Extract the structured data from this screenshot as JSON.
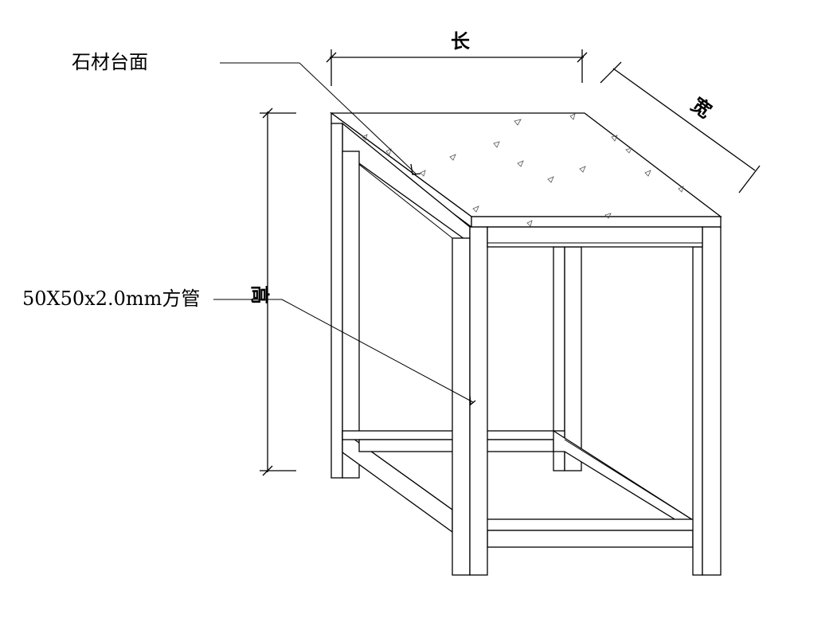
{
  "labels": {
    "countertop": "石材台面",
    "tube": "50X50x2.0mm方管"
  },
  "dimensions": {
    "length": "长",
    "width": "宽",
    "height": "高"
  },
  "colors": {
    "line": "#000000",
    "background": "#ffffff"
  }
}
